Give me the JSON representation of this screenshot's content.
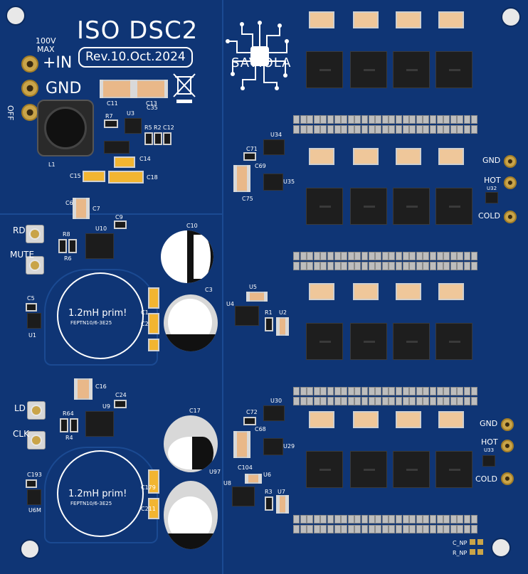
{
  "board": {
    "title": "ISO DSC2",
    "revision": "Rev.10.Oct.2024",
    "logo_text": "SAVIOLA",
    "voltage_note_line1": "100V",
    "voltage_note_line2": "MAX",
    "label_in": "+IN",
    "label_gnd": "GND",
    "label_off": "OFF",
    "label_rd": "RD",
    "label_mute": "MUTE",
    "label_ld": "LD",
    "label_clk": "CLK",
    "inductor_text": "1.2mH prim!",
    "inductor_part": "FEPTN10/6-3E25",
    "out1_gnd": "GND",
    "out1_hot": "HOT",
    "out1_cold": "COLD",
    "out2_gnd": "GND",
    "out2_hot": "HOT",
    "out2_cold": "COLD",
    "jumper_c": "C_NP",
    "jumper_r": "R_NP"
  },
  "designators": {
    "c11": "C11",
    "c13": "C13",
    "r7": "R7",
    "u3": "U3",
    "c35": "C35",
    "r5": "R5",
    "r2": "R2",
    "c12": "C12",
    "l1": "L1",
    "c14": "C14",
    "c15": "C15",
    "c18": "C18",
    "c6": "C6",
    "c7": "C7",
    "c9": "C9",
    "r8": "R8",
    "u10": "U10",
    "r6": "R6",
    "c10": "C10",
    "c5": "C5",
    "u1": "U1",
    "c1": "C1",
    "c2": "C2",
    "c3": "C3",
    "u4": "U4",
    "u5": "U5",
    "r1": "R1",
    "u2": "U2",
    "c16": "C16",
    "c24": "C24",
    "r64": "R64",
    "u9": "U9",
    "r4": "R4",
    "c193": "C193",
    "u6m": "U6M",
    "c17": "C17",
    "c72": "C72",
    "u30": "U30",
    "c68": "C68",
    "u29": "U29",
    "c104": "C104",
    "u97": "U97",
    "c179": "C179",
    "c211": "C211",
    "u8": "U8",
    "u6": "U6",
    "r3": "R3",
    "u7": "U7",
    "c71": "C71",
    "u34": "U34",
    "c69": "C69",
    "u35": "U35",
    "c75": "C75",
    "u32": "U32",
    "u33": "U33"
  },
  "colors": {
    "board": "#0f3575",
    "silkscreen": "#ffffff",
    "pad_gold": "#c9a449",
    "cap_ceramic": "#e9b889",
    "cap_tantalum": "#f2b531"
  }
}
